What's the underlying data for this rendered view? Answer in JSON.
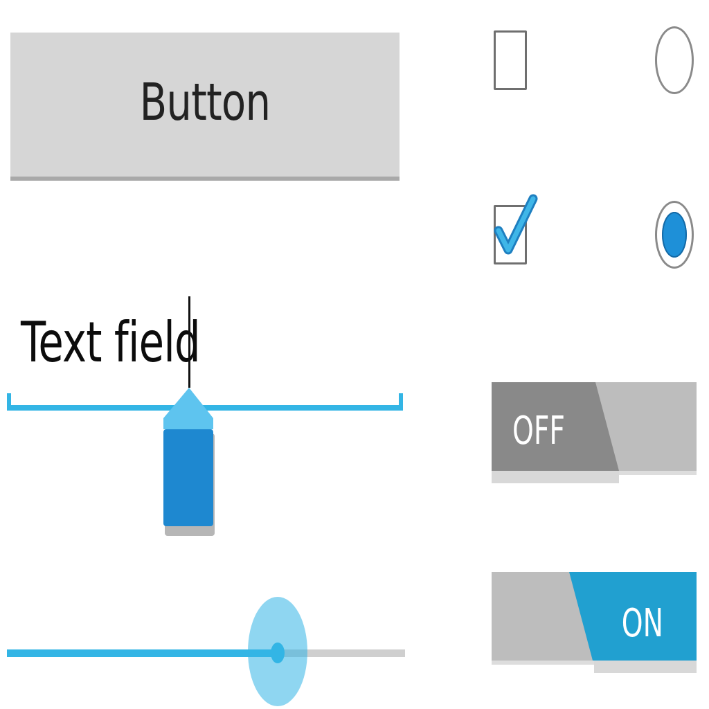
{
  "button": {
    "label": "Button"
  },
  "checkboxes": [
    {
      "checked": false
    },
    {
      "checked": true
    }
  ],
  "radios": [
    {
      "selected": false
    },
    {
      "selected": true
    }
  ],
  "text_field": {
    "value": "Text field"
  },
  "switches": [
    {
      "state": "off",
      "label": "OFF"
    },
    {
      "state": "on",
      "label": "ON"
    }
  ],
  "slider": {
    "value": 0.68
  },
  "colors": {
    "accent": "#33b5e5",
    "accent_dark": "#1e90d8",
    "button_bg": "#d6d6d6",
    "switch_off_thumb": "#8a8a8a",
    "switch_track": "#bdbdbd",
    "switch_on_thumb": "#21a0d0"
  }
}
